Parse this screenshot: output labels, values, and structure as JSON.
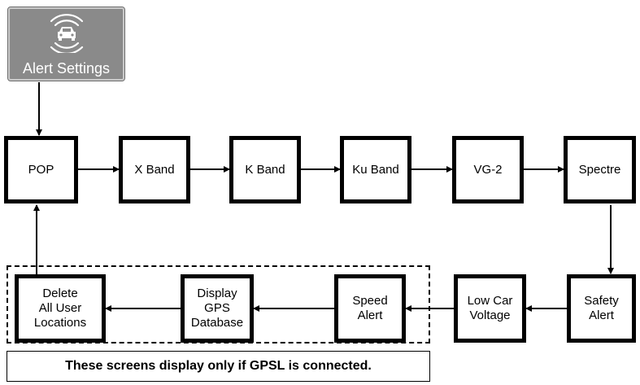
{
  "alert_settings": {
    "label": "Alert Settings",
    "icon": "car-radar-icon",
    "tile_color": "#8a8a8a"
  },
  "nodes": {
    "pop": "POP",
    "x_band": "X Band",
    "k_band": "K Band",
    "ku_band": "Ku Band",
    "vg2": "VG-2",
    "spectre": "Spectre",
    "safety_alert": "Safety\nAlert",
    "low_car_voltage": "Low Car\nVoltage",
    "speed_alert": "Speed\nAlert",
    "display_gps_database": "Display\nGPS\nDatabase",
    "delete_all_user_locations": "Delete\nAll User\nLocations"
  },
  "note": "These screens display only if GPSL is connected."
}
